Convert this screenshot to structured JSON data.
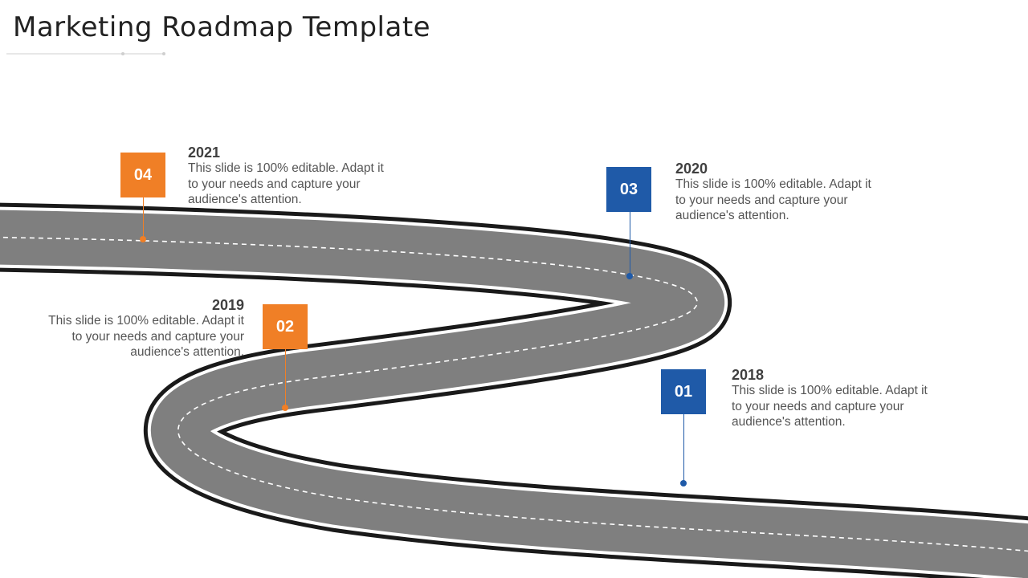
{
  "title": "Marketing Roadmap Template",
  "colors": {
    "orange": "#f07f26",
    "blue": "#1f5aa8",
    "road": "#7f7f7f",
    "road_edge": "#1a1a1a"
  },
  "milestones": [
    {
      "number": "01",
      "year": "2018",
      "text": "This slide is 100% editable. Adapt it to your needs and capture your audience's attention."
    },
    {
      "number": "02",
      "year": "2019",
      "text": "This slide is 100% editable. Adapt it to your needs and capture your audience's attention."
    },
    {
      "number": "03",
      "year": "2020",
      "text": "This slide is 100% editable. Adapt it to your needs and capture your audience's attention."
    },
    {
      "number": "04",
      "year": "2021",
      "text": "This slide is 100% editable. Adapt it to your needs and capture your audience's attention."
    }
  ]
}
